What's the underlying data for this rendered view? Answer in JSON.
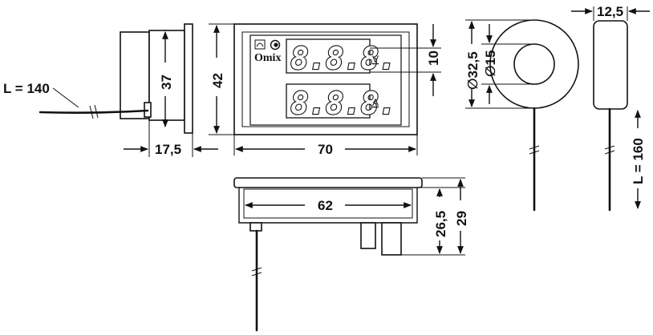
{
  "brand": {
    "name": "Omix"
  },
  "display": {
    "top_digits": "8.8.8.",
    "bottom_digits": "8.8.8.",
    "top_unit": "V",
    "bottom_unit": "A"
  },
  "dimensions": {
    "lead_length_left": "L = 140",
    "lead_length_right": "L = 160",
    "side_height": "37",
    "side_depth": "17,5",
    "front_height": "42",
    "front_width": "70",
    "display_gap": "10",
    "ring_outer": "∅32,5",
    "ring_inner": "∅15",
    "ring_thickness": "12,5",
    "top_width": "62",
    "top_depth_inner": "26,5",
    "top_depth_outer": "29"
  }
}
